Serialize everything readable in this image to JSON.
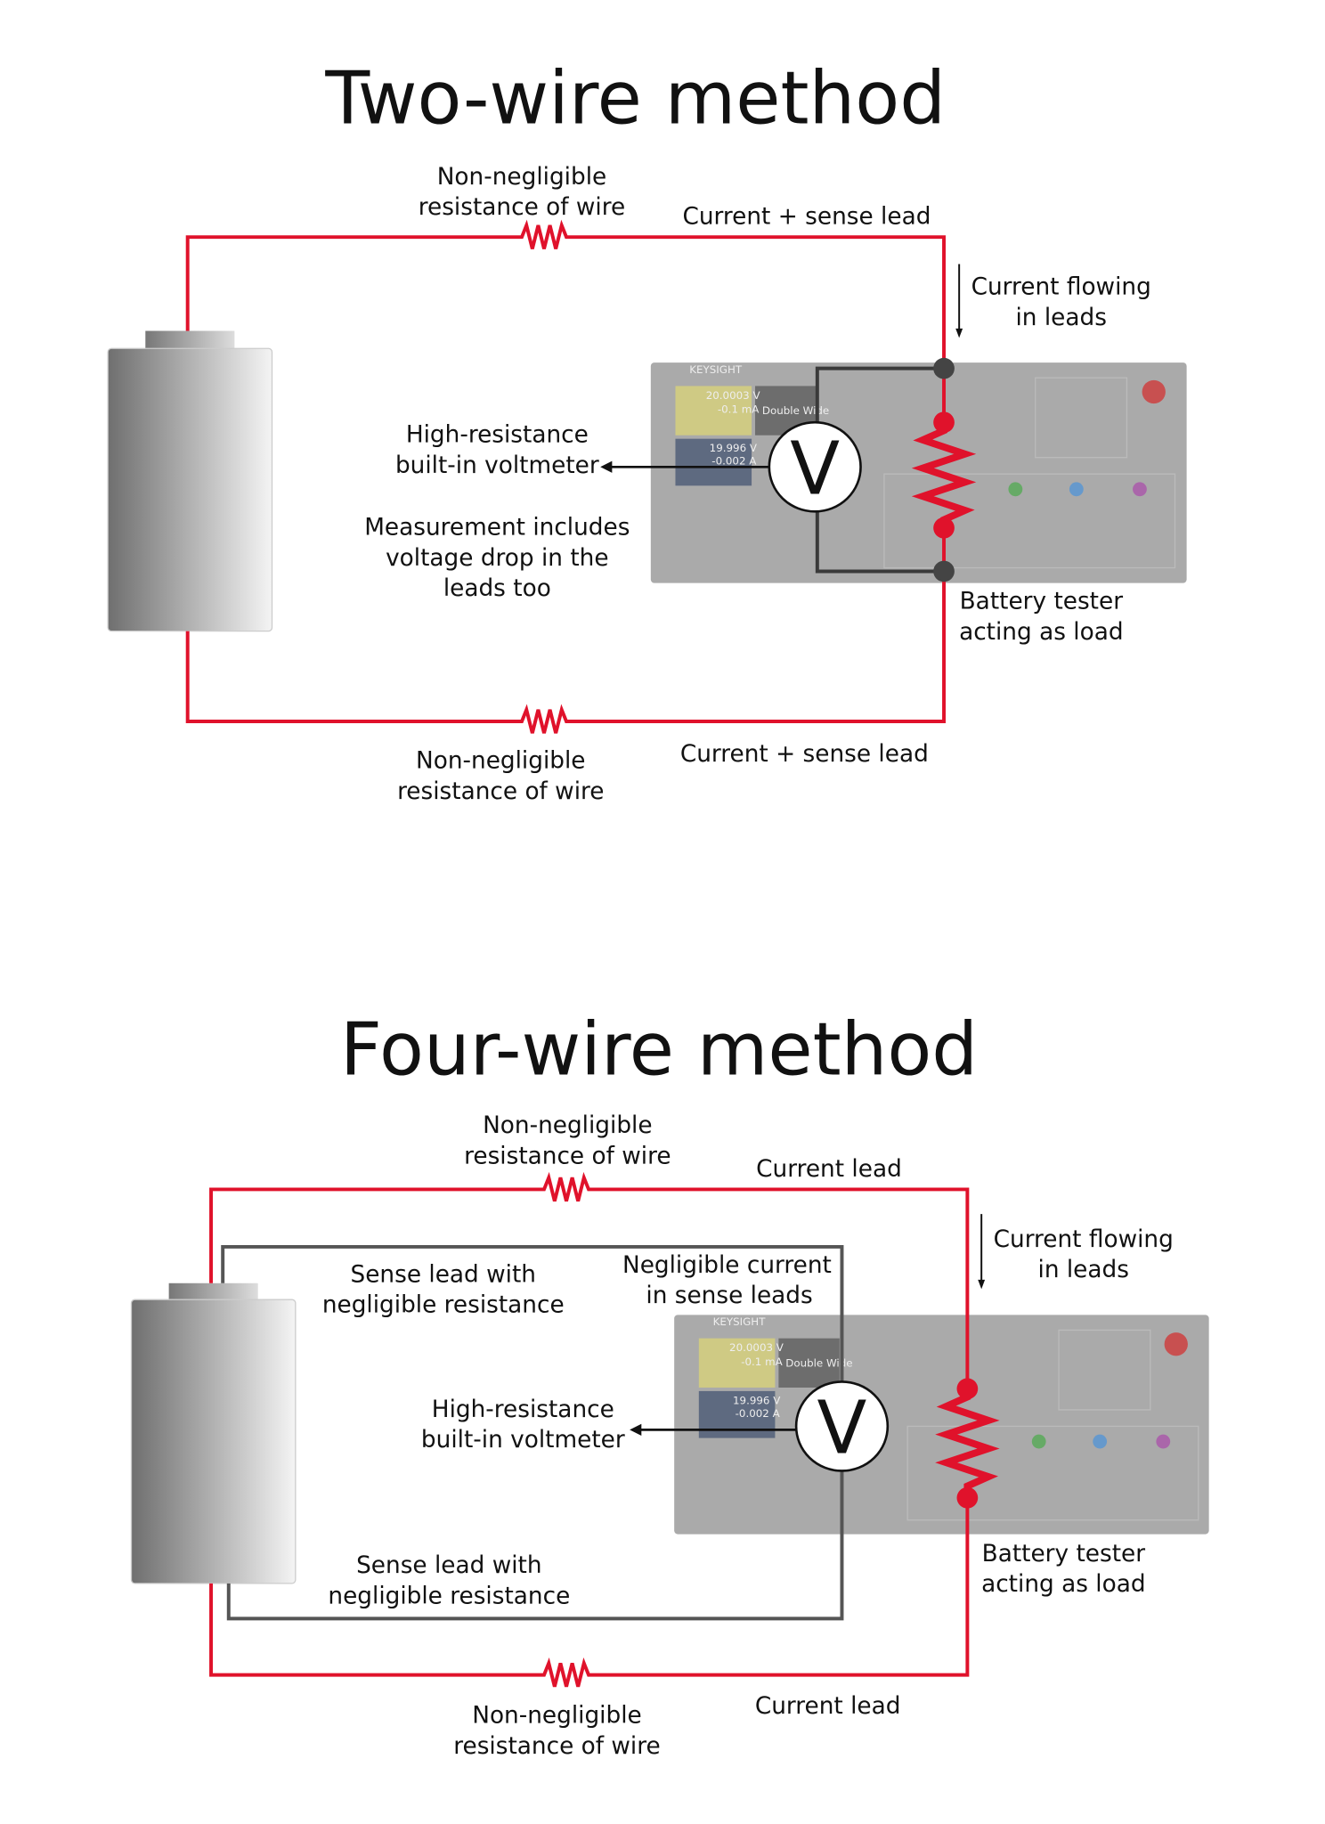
{
  "two_wire": {
    "title": "Two-wire method",
    "top_resistance": [
      "Non-negligible",
      "resistance of wire"
    ],
    "top_lead": "Current + sense lead",
    "current_flow": [
      "Current flowing",
      "in leads"
    ],
    "voltmeter": [
      "High-resistance",
      "built-in voltmeter"
    ],
    "measurement_note": [
      "Measurement includes",
      "voltage drop in the",
      "leads too"
    ],
    "load": [
      "Battery tester",
      "acting as load"
    ],
    "bottom_lead": "Current + sense lead",
    "bottom_resistance": [
      "Non-negligible",
      "resistance of wire"
    ],
    "voltmeter_symbol": "V"
  },
  "four_wire": {
    "title": "Four-wire method",
    "top_resistance": [
      "Non-negligible",
      "resistance of wire"
    ],
    "top_lead": "Current lead",
    "current_flow": [
      "Current flowing",
      "in leads"
    ],
    "sense_top": [
      "Sense lead with",
      "negligible resistance"
    ],
    "sense_current": [
      "Negligible current",
      "in sense leads"
    ],
    "voltmeter": [
      "High-resistance",
      "built-in voltmeter"
    ],
    "sense_bottom": [
      "Sense lead with",
      "negligible resistance"
    ],
    "load": [
      "Battery tester",
      "acting as load"
    ],
    "bottom_lead": "Current lead",
    "bottom_resistance": [
      "Non-negligible",
      "resistance of wire"
    ],
    "voltmeter_symbol": "V"
  },
  "instrument": {
    "brand": "KEYSIGHT",
    "ch1_voltage": "20.0003 V",
    "ch1_current": "-0.1 mA",
    "ch2_mode": "Double Wide",
    "ch3_voltage": "19.996 V",
    "ch3_current": "-0.002 A"
  },
  "colors": {
    "current_wire": "#e0122b",
    "sense_wire": "#3a3a3a",
    "instrument": "#8e8e8e"
  }
}
